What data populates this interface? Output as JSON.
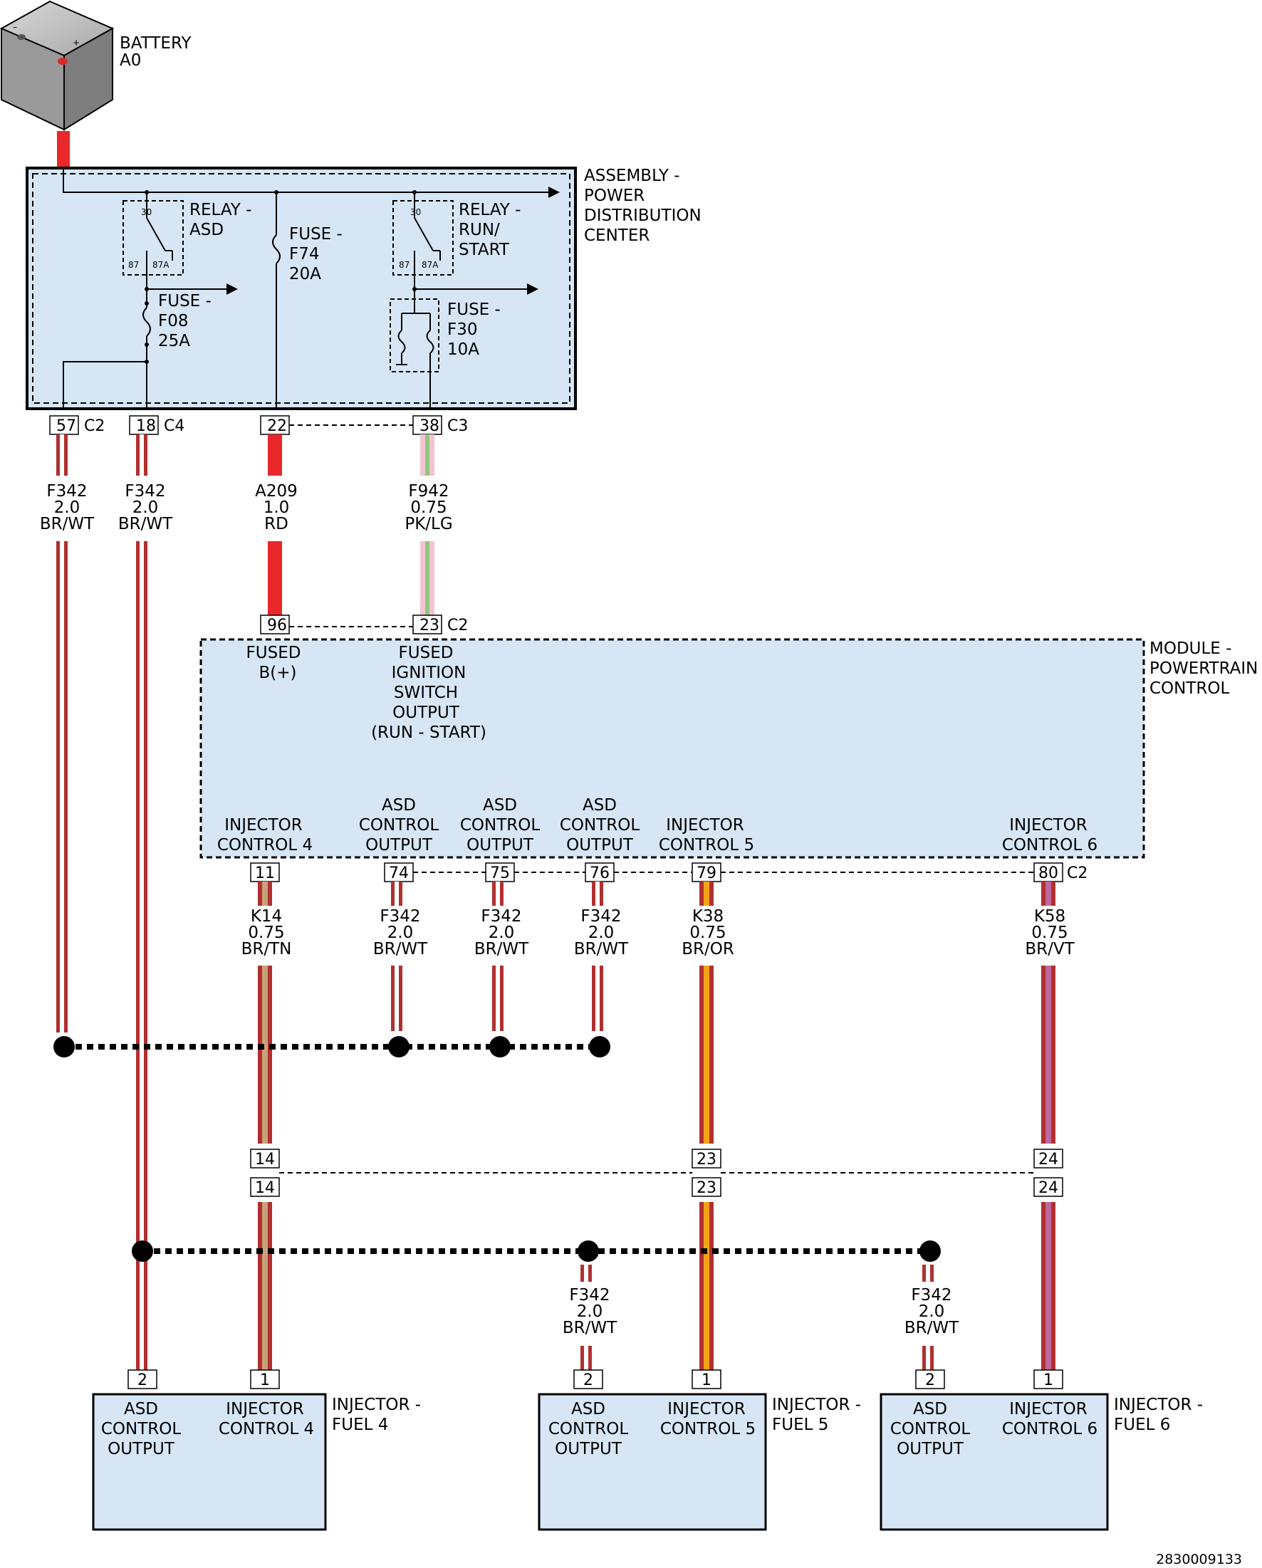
{
  "battery": {
    "name": "BATTERY",
    "id": "A0"
  },
  "pdc": {
    "title": [
      "ASSEMBLY -",
      "POWER",
      "DISTRIBUTION",
      "CENTER"
    ]
  },
  "relay_asd": {
    "title": [
      "RELAY -",
      "ASD"
    ],
    "pin_30": "30",
    "pin_87": "87",
    "pin_87a": "87A"
  },
  "fuse_f74": {
    "title": [
      "FUSE -",
      "F74",
      "20A"
    ]
  },
  "relay_run": {
    "title": [
      "RELAY -",
      "RUN/",
      "START"
    ],
    "pin_30": "30",
    "pin_87": "87",
    "pin_87a": "87A"
  },
  "fuse_f08": {
    "title": [
      "FUSE -",
      "F08",
      "25A"
    ]
  },
  "fuse_f30": {
    "title": [
      "FUSE -",
      "F30",
      "10A"
    ]
  },
  "pdc_pins": [
    {
      "pin": "57",
      "conn": "C2"
    },
    {
      "pin": "18",
      "conn": "C4"
    },
    {
      "pin": "22",
      "conn": ""
    },
    {
      "pin": "38",
      "conn": "C3"
    }
  ],
  "pdc_wires": [
    {
      "circuit": "F342",
      "gauge": "2.0",
      "color": "BR/WT"
    },
    {
      "circuit": "F342",
      "gauge": "2.0",
      "color": "BR/WT"
    },
    {
      "circuit": "A209",
      "gauge": "1.0",
      "color": "RD"
    },
    {
      "circuit": "F942",
      "gauge": "0.75",
      "color": "PK/LG"
    }
  ],
  "pcm": {
    "title": [
      "MODULE -",
      "POWERTRAIN",
      "CONTROL"
    ],
    "top_pins": [
      {
        "pin": "96",
        "label": [
          "FUSED",
          "B(+)"
        ]
      },
      {
        "pin": "23",
        "label": [
          "FUSED",
          "IGNITION",
          "SWITCH",
          "OUTPUT",
          "(RUN - START)"
        ]
      }
    ],
    "top_conn": "C2",
    "bottom_pins": [
      {
        "pin": "11",
        "label": [
          "INJECTOR",
          "CONTROL 4"
        ]
      },
      {
        "pin": "74",
        "label": [
          "ASD",
          "CONTROL",
          "OUTPUT"
        ]
      },
      {
        "pin": "75",
        "label": [
          "ASD",
          "CONTROL",
          "OUTPUT"
        ]
      },
      {
        "pin": "76",
        "label": [
          "ASD",
          "CONTROL",
          "OUTPUT"
        ]
      },
      {
        "pin": "79",
        "label": [
          "INJECTOR",
          "CONTROL 5"
        ]
      },
      {
        "pin": "80",
        "label": [
          "INJECTOR",
          "CONTROL 6"
        ]
      }
    ],
    "bottom_conn": "C2"
  },
  "pcm_wires": [
    {
      "circuit": "K14",
      "gauge": "0.75",
      "color": "BR/TN"
    },
    {
      "circuit": "F342",
      "gauge": "2.0",
      "color": "BR/WT"
    },
    {
      "circuit": "F342",
      "gauge": "2.0",
      "color": "BR/WT"
    },
    {
      "circuit": "F342",
      "gauge": "2.0",
      "color": "BR/WT"
    },
    {
      "circuit": "K38",
      "gauge": "0.75",
      "color": "BR/OR"
    },
    {
      "circuit": "K58",
      "gauge": "0.75",
      "color": "BR/VT"
    }
  ],
  "inline_connector": {
    "pins": [
      "14",
      "23",
      "24"
    ]
  },
  "splice_wires": [
    {
      "circuit": "F342",
      "gauge": "2.0",
      "color": "BR/WT"
    },
    {
      "circuit": "F342",
      "gauge": "2.0",
      "color": "BR/WT"
    }
  ],
  "injectors": [
    {
      "title": [
        "INJECTOR -",
        "FUEL 4"
      ],
      "pin_asd": "2",
      "pin_ctrl": "1",
      "asd_label": [
        "ASD",
        "CONTROL",
        "OUTPUT"
      ],
      "ctrl_label": [
        "INJECTOR",
        "CONTROL 4"
      ]
    },
    {
      "title": [
        "INJECTOR -",
        "FUEL 5"
      ],
      "pin_asd": "2",
      "pin_ctrl": "1",
      "asd_label": [
        "ASD",
        "CONTROL",
        "OUTPUT"
      ],
      "ctrl_label": [
        "INJECTOR",
        "CONTROL 5"
      ]
    },
    {
      "title": [
        "INJECTOR -",
        "FUEL 6"
      ],
      "pin_asd": "2",
      "pin_ctrl": "1",
      "asd_label": [
        "ASD",
        "CONTROL",
        "OUTPUT"
      ],
      "ctrl_label": [
        "INJECTOR",
        "CONTROL 6"
      ]
    }
  ],
  "figure_id": "2830009133",
  "colors": {
    "box_fill": "#d6e6f5",
    "brown": "#b03030",
    "red": "#e8282a",
    "pink": "#f2c4cf",
    "light_green": "#8fc77d",
    "tan": "#c9a27a",
    "orange": "#f5a21a",
    "violet": "#c0679e"
  }
}
